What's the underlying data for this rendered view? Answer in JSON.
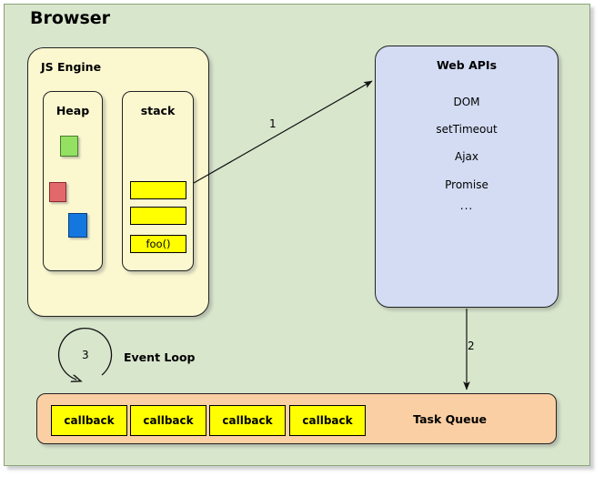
{
  "diagram": {
    "title": "Browser",
    "background_color": "#d8e6cc",
    "border_color": "#8aa377"
  },
  "js_engine": {
    "title": "JS Engine",
    "fill_color": "#fbf8d0",
    "heap": {
      "title": "Heap",
      "objects": [
        {
          "name": "heap-object-green",
          "color": "#93e063"
        },
        {
          "name": "heap-object-red",
          "color": "#e2686c"
        },
        {
          "name": "heap-object-blue",
          "color": "#1477e0"
        }
      ]
    },
    "stack": {
      "title": "stack",
      "frames": [
        {
          "label": ""
        },
        {
          "label": ""
        },
        {
          "label": "foo()"
        }
      ],
      "frame_color": "#ffff00"
    }
  },
  "web_apis": {
    "title": "Web APIs",
    "fill_color": "#d3dcf3",
    "items": [
      "DOM",
      "setTimeout",
      "Ajax",
      "Promise",
      "..."
    ]
  },
  "task_queue": {
    "title": "Task Queue",
    "fill_color": "#fbcfa4",
    "callbacks": [
      "callback",
      "callback",
      "callback",
      "callback"
    ],
    "callback_color": "#ffff00"
  },
  "event_loop": {
    "label": "Event Loop",
    "step_number": "3"
  },
  "arrows": [
    {
      "name": "arrow-stack-to-webapis",
      "label": "1",
      "from": "stack",
      "to": "Web APIs"
    },
    {
      "name": "arrow-webapis-to-taskqueue",
      "label": "2",
      "from": "Web APIs",
      "to": "Task Queue"
    }
  ]
}
